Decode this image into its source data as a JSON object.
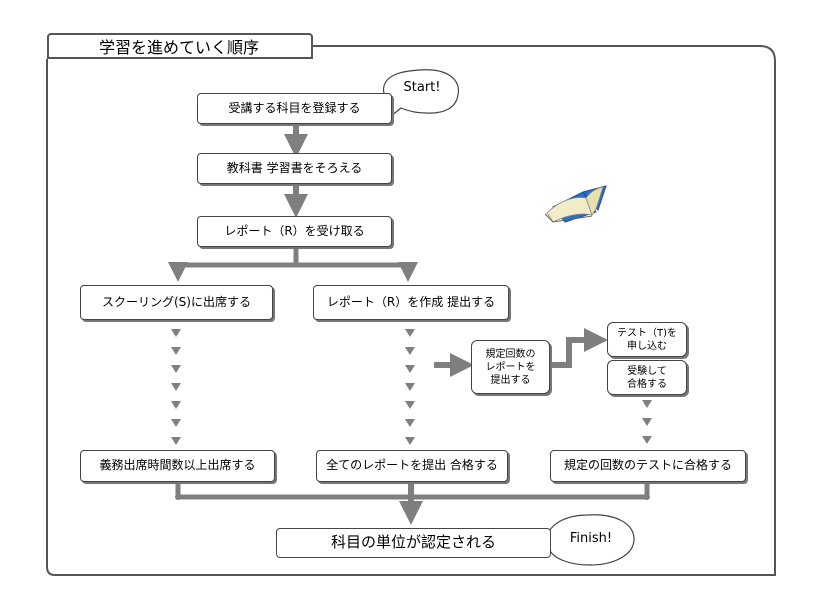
{
  "title": "学習を進めていく順序",
  "bubbles": {
    "start": "Start!",
    "finish": "Finish!"
  },
  "steps": {
    "register": "受講する科目を登録する",
    "textbooks": "教科書 学習書をそろえる",
    "receive_report": "レポート（R）を受け取る",
    "schooling": "スクーリング(S)に出席する",
    "write_report": "レポート（R）を作成 提出する",
    "submit_required": [
      "規定回数の",
      "レポートを",
      "提出する"
    ],
    "apply_test": [
      "テスト（T)を",
      "申し込む"
    ],
    "pass_test": [
      "受験して",
      "合格する"
    ],
    "attend_required": "義務出席時間数以上出席する",
    "pass_all_reports": "全てのレポートを提出 合格する",
    "pass_tests": "規定の回数のテストに合格する",
    "credit": "科目の単位が認定される"
  },
  "icons": {
    "book": "open-book-icon"
  },
  "colors": {
    "arrow": "#7f7f7f",
    "border": "#555555",
    "book_blue": "#2a6fc9"
  }
}
